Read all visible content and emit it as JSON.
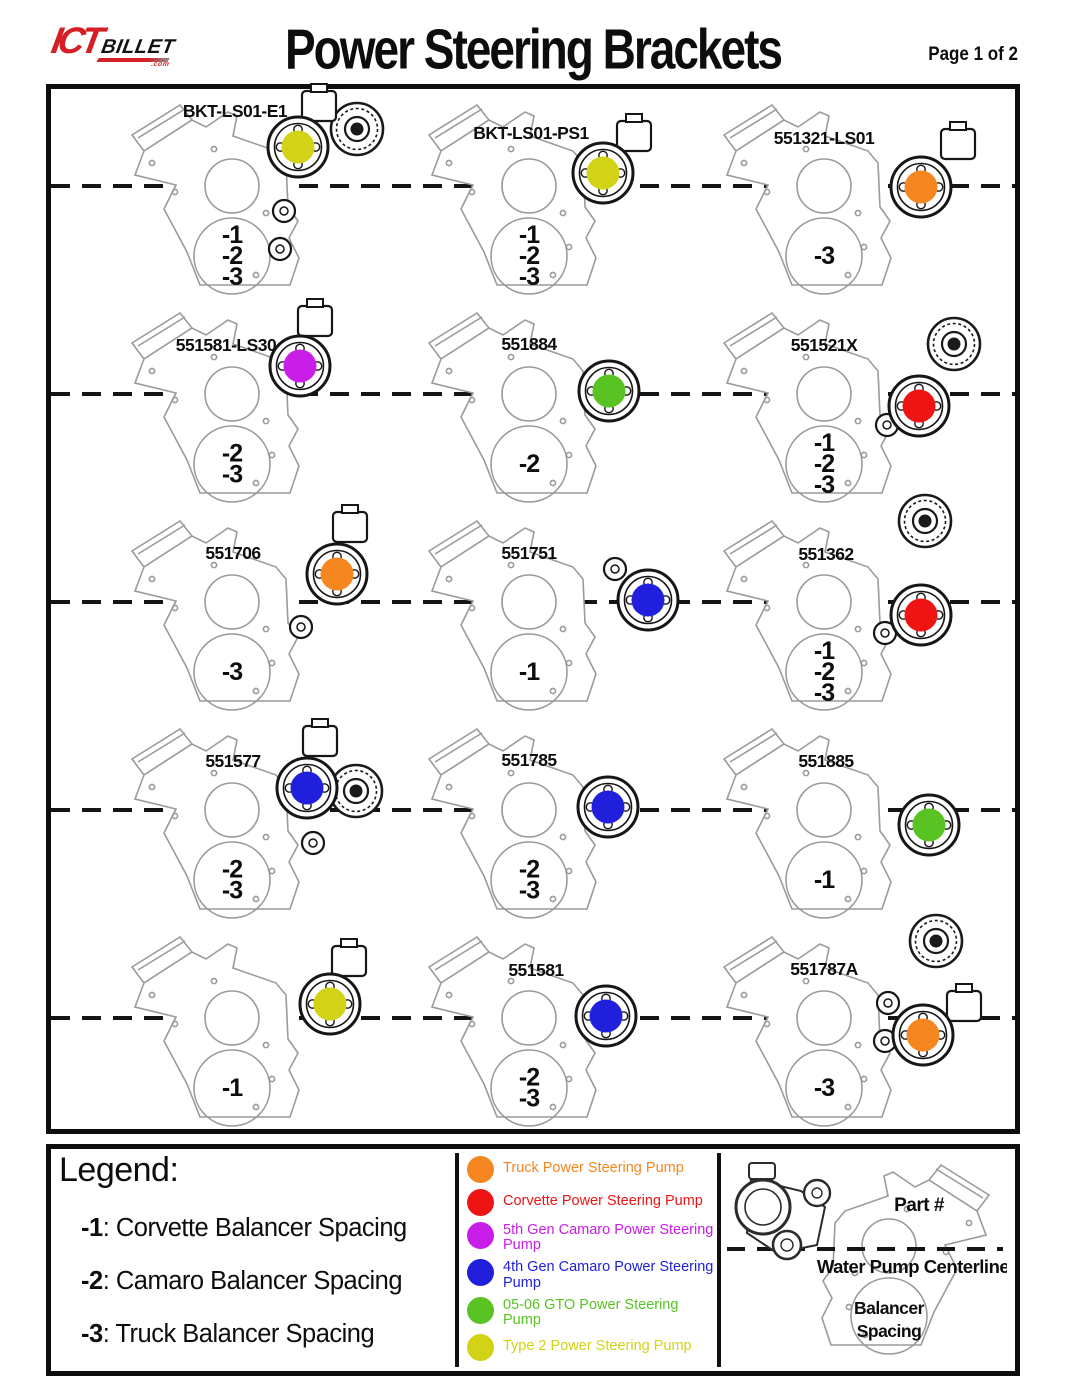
{
  "header": {
    "logo_primary": "ICT",
    "logo_secondary": "BILLET",
    "logo_tld": ".com",
    "title": "Power Steering Brackets",
    "page": "Page 1 of 2"
  },
  "grid": {
    "cells": [
      {
        "part": "BKT-LS01-E1",
        "spacings": [
          "-1",
          "-2",
          "-3"
        ],
        "pump": "Type 2 Power Steering Pump",
        "dot": "#d2d216"
      },
      {
        "part": "BKT-LS01-PS1",
        "spacings": [
          "-1",
          "-2",
          "-3"
        ],
        "pump": "Type 2 Power Steering Pump",
        "dot": "#d2d216"
      },
      {
        "part": "551321-LS01",
        "spacings": [
          "-3"
        ],
        "pump": "Truck Power Steering Pump",
        "dot": "#f6861f"
      },
      {
        "part": "551581-LS30",
        "spacings": [
          "-2",
          "-3"
        ],
        "pump": "5th Gen Camaro Power Steering Pump",
        "dot": "#c81ee8"
      },
      {
        "part": "551884",
        "spacings": [
          "-2"
        ],
        "pump": "05-06 GTO Power Steering Pump",
        "dot": "#58c322"
      },
      {
        "part": "551521X",
        "spacings": [
          "-1",
          "-2",
          "-3"
        ],
        "pump": "Corvette Power Steering Pump",
        "dot": "#ee1414"
      },
      {
        "part": "551706",
        "spacings": [
          "-3"
        ],
        "pump": "Truck Power Steering Pump",
        "dot": "#f6861f"
      },
      {
        "part": "551751",
        "spacings": [
          "-1"
        ],
        "pump": "4th Gen Camaro Power Steering Pump",
        "dot": "#2020dc"
      },
      {
        "part": "551362",
        "spacings": [
          "-1",
          "-2",
          "-3"
        ],
        "pump": "Corvette Power Steering Pump",
        "dot": "#ee1414"
      },
      {
        "part": "551577",
        "spacings": [
          "-2",
          "-3"
        ],
        "pump": "4th Gen Camaro Power Steering Pump",
        "dot": "#2020dc"
      },
      {
        "part": "551785",
        "spacings": [
          "-2",
          "-3"
        ],
        "pump": "4th Gen Camaro Power Steering Pump",
        "dot": "#2020dc"
      },
      {
        "part": "551885",
        "spacings": [
          "-1"
        ],
        "pump": "05-06 GTO Power Steering Pump",
        "dot": "#58c322"
      },
      {
        "part": "",
        "spacings": [
          "-1"
        ],
        "pump": "Type 2 Power Steering Pump",
        "dot": "#d2d216"
      },
      {
        "part": "551581",
        "spacings": [
          "-2",
          "-3"
        ],
        "pump": "4th Gen Camaro Power Steering Pump",
        "dot": "#2020dc"
      },
      {
        "part": "551787A",
        "spacings": [
          "-3"
        ],
        "pump": "Truck Power Steering Pump",
        "dot": "#f6861f"
      }
    ]
  },
  "legend": {
    "heading": "Legend:",
    "items": [
      {
        "code": "-1",
        "label": ": Corvette Balancer Spacing"
      },
      {
        "code": "-2",
        "label": ": Camaro Balancer Spacing"
      },
      {
        "code": "-3",
        "label": ": Truck Balancer Spacing"
      }
    ],
    "pumps": [
      {
        "label": "Truck Power Steering Pump",
        "color": "#f6861f",
        "lines": 1
      },
      {
        "label": "Corvette Power Steering Pump",
        "color": "#ee1414",
        "lines": 1
      },
      {
        "label": "5th Gen Camaro Power Steering Pump",
        "color": "#c81ee8",
        "lines": 2
      },
      {
        "label": "4th Gen Camaro Power Steering Pump",
        "color": "#2020dc",
        "lines": 2
      },
      {
        "label": "05-06 GTO Power Steering Pump",
        "color": "#58c322",
        "lines": 2
      },
      {
        "label": "Type 2 Power Steering Pump",
        "color": "#d2d216",
        "lines": 1
      }
    ],
    "key": {
      "part_label": "Part #",
      "centerline_label": "Water Pump Centerline",
      "balancer_line1": "Balancer",
      "balancer_line2": "Spacing"
    }
  }
}
